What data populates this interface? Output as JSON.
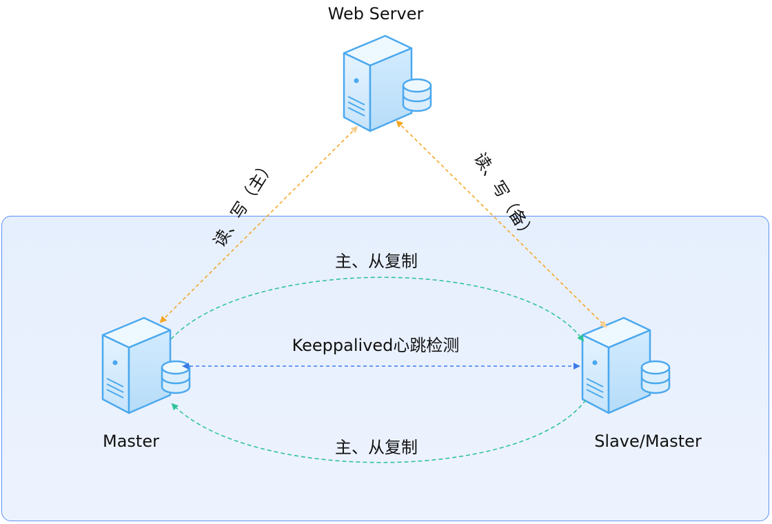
{
  "nodes": {
    "web_server": {
      "label": "Web Server",
      "icon": "server-icon"
    },
    "master": {
      "label": "Master",
      "icon": "server-icon"
    },
    "slave": {
      "label": "Slave/Master",
      "icon": "server-icon"
    }
  },
  "edges": {
    "rw_primary": "读、写（主）",
    "rw_backup": "读、写（备）",
    "replication_top": "主、从复制",
    "heartbeat": "Keeppalived心跳检测",
    "replication_bottom": "主、从复制"
  },
  "colors": {
    "cluster_border": "#5b8ff5",
    "cluster_fill": "#e9f1fd",
    "rw_arrow": "#f5a623",
    "replication_arrow": "#2fc39a",
    "heartbeat_arrow": "#3d7be8",
    "server_stroke": "#4aa8ee",
    "server_fill": "#dbeefe"
  }
}
